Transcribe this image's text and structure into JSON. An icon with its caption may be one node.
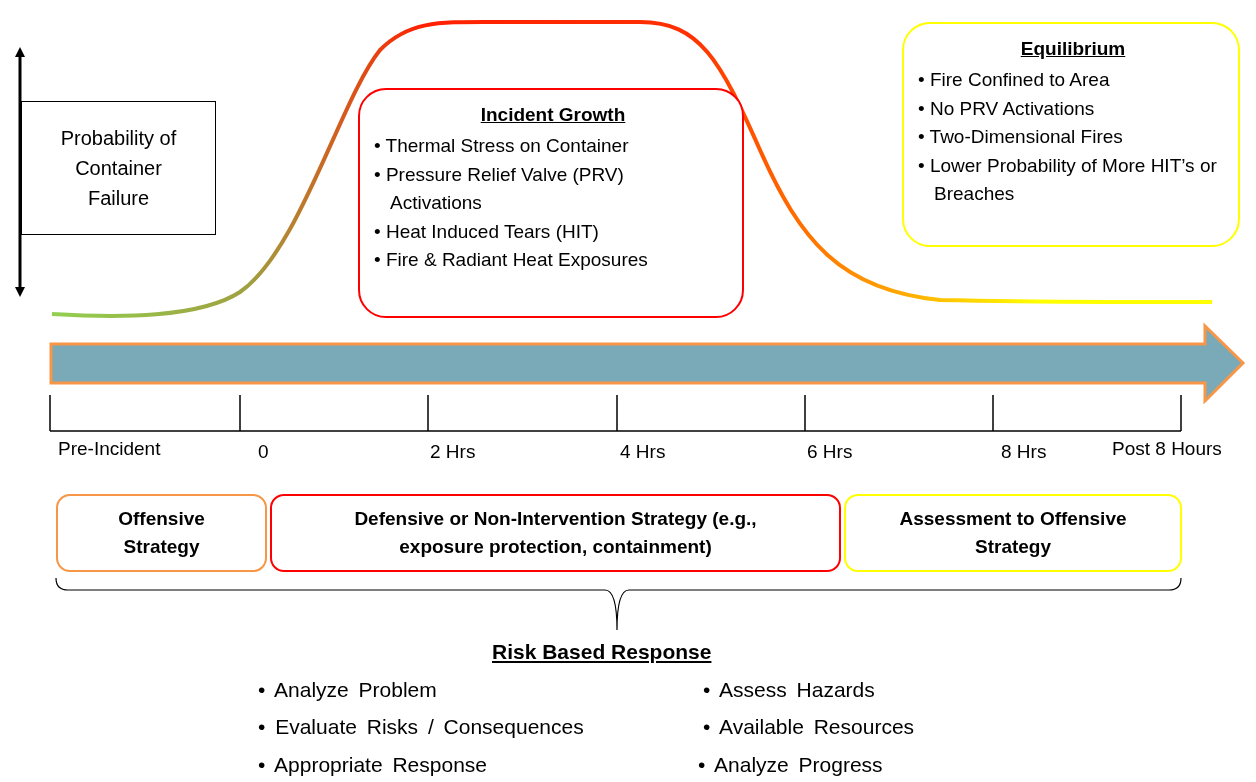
{
  "diagram": {
    "nodes": [
      {
        "text": [
          "Probability of Container Failure"
        ]
      },
      {
        "text": [
          "Incident Growth",
          "• Thermal Stress on Container",
          "• Pressure Relief Valve (PRV) Activations",
          "• Heat Induced Tears (HIT)",
          "• Fire & Radiant Heat Exposures"
        ]
      },
      {
        "text": [
          "Equilibrium",
          "• Fire Confined to Area",
          "• No PRV Activations",
          "• Two-Dimensional Fires",
          "• Lower Probability of More HIT’s or Breaches"
        ]
      },
      {
        "text": [
          "Offensive Strategy"
        ]
      },
      {
        "text": [
          "Defensive or Non-Intervention Strategy (e.g., exposure protection, containment)"
        ]
      },
      {
        "text": [
          "Assessment to Offensive Strategy"
        ]
      }
    ],
    "edges": [],
    "labels": [
      "Pre-Incident",
      "0",
      "2 Hrs",
      "4 Hrs",
      "6 Hrs",
      "8 Hrs",
      "Post 8 Hours",
      "Risk Based Response",
      "• Analyze Problem",
      "• Assess Hazards",
      "• Evaluate Risks / Consequences",
      "• Available Resources",
      "• Appropriate Response",
      "• Analyze Progress"
    ]
  }
}
